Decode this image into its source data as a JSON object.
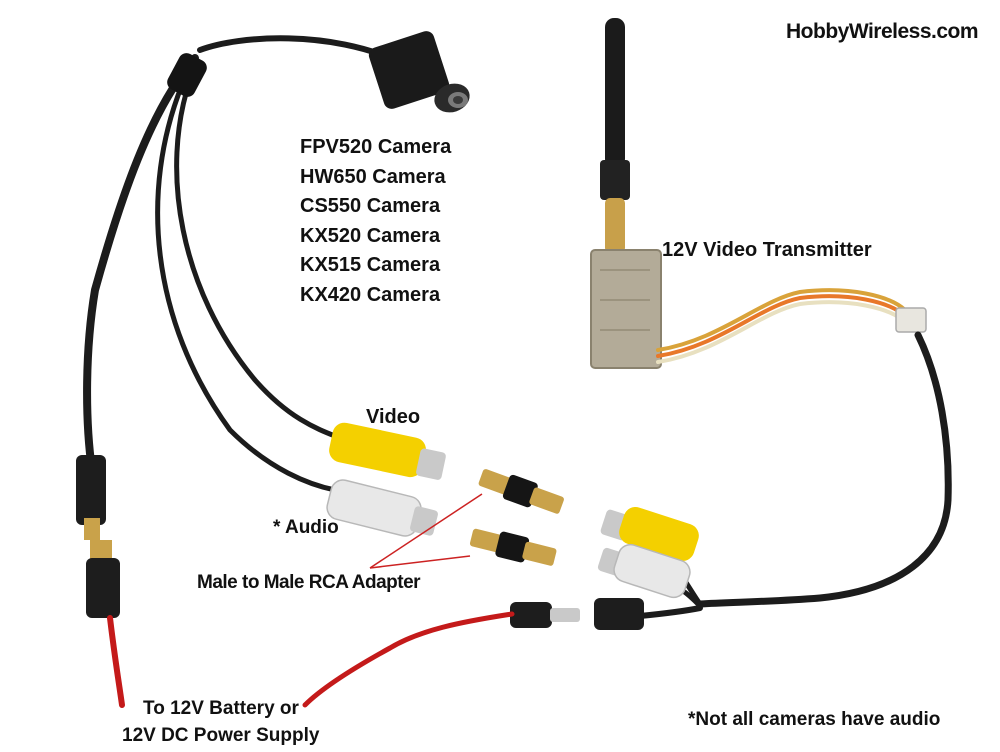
{
  "watermark": "HobbyWireless.com",
  "cameras": [
    "FPV520 Camera",
    "HW650 Camera",
    "CS550 Camera",
    "KX520 Camera",
    "KX515 Camera",
    "KX420 Camera"
  ],
  "labels": {
    "transmitter": "12V Video Transmitter",
    "video": "Video",
    "audio": "* Audio",
    "adapter": "Male to Male RCA Adapter",
    "power_line1": "To 12V Battery or",
    "power_line2": "12V DC Power Supply",
    "footnote": "*Not all cameras have audio"
  },
  "colors": {
    "cable": "#1c1c1c",
    "power_wire": "#c41a1a",
    "video_plug": "#f4d000",
    "audio_plug": "#e8e8e8",
    "transmitter_body": "#b3ab98",
    "connector_gold": "#c9a24a",
    "leader_line": "#cc2222"
  }
}
